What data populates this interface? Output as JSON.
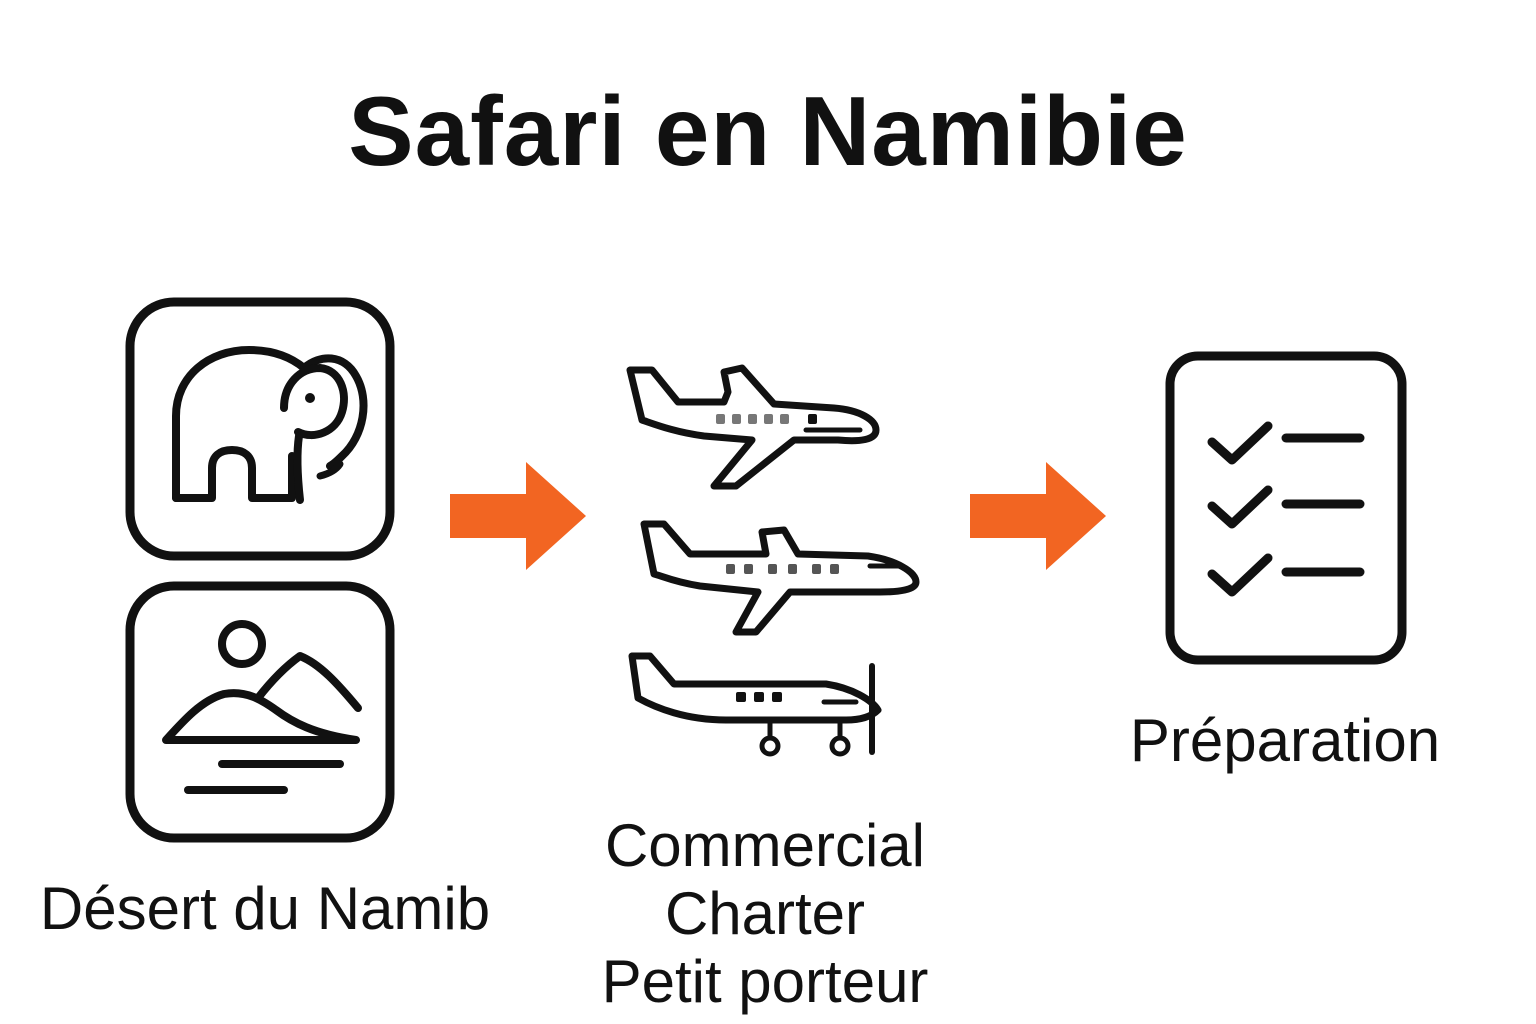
{
  "title": "Safari en Namibie",
  "steps": [
    {
      "label": "Désert du Namib",
      "icons": [
        "elephant-icon",
        "desert-landscape-icon"
      ]
    },
    {
      "options": [
        "Commercial",
        "Charter",
        "Petit porteur"
      ],
      "icons": [
        "jet-plane-icon",
        "private-jet-icon",
        "propeller-plane-icon"
      ]
    },
    {
      "label": "Préparation",
      "icons": [
        "checklist-icon"
      ]
    }
  ],
  "colors": {
    "arrow": "#F26522",
    "stroke": "#111111",
    "background": "#FFFFFF"
  }
}
